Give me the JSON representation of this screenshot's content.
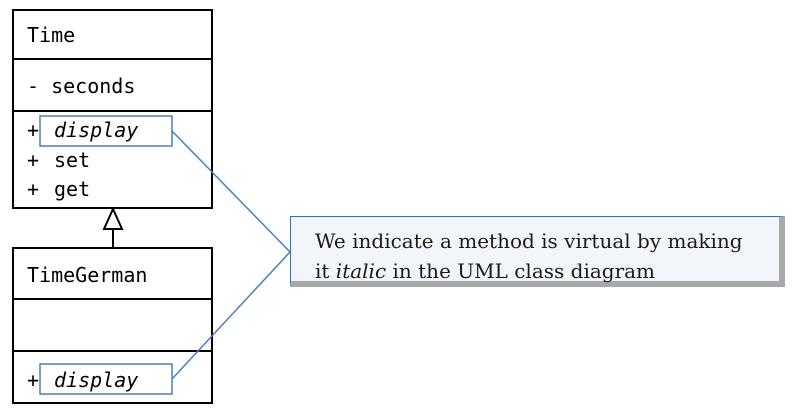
{
  "classes": [
    {
      "name": "Time",
      "attributes": [
        "- seconds"
      ],
      "methods": [
        {
          "visibility": "+",
          "name": "display",
          "italic": true,
          "highlighted": true
        },
        {
          "visibility": "+",
          "name": "set",
          "italic": false,
          "highlighted": false
        },
        {
          "visibility": "+",
          "name": "get",
          "italic": false,
          "highlighted": false
        }
      ]
    },
    {
      "name": "TimeGerman",
      "attributes": [],
      "methods": [
        {
          "visibility": "+",
          "name": "display",
          "italic": true,
          "highlighted": true
        }
      ]
    }
  ],
  "relationship": {
    "type": "inheritance",
    "from": "TimeGerman",
    "to": "Time"
  },
  "callout": {
    "line1": "We indicate a method is virtual by making",
    "line2_prefix": "it ",
    "line2_italic": "italic",
    "line2_suffix": " in the UML class diagram"
  },
  "colors": {
    "border": "#000000",
    "highlight": "#4a7ebb",
    "connector": "#4a7ebb",
    "callout_fill": "#f2f6fb",
    "callout_shadow": "#a9a9a9"
  }
}
